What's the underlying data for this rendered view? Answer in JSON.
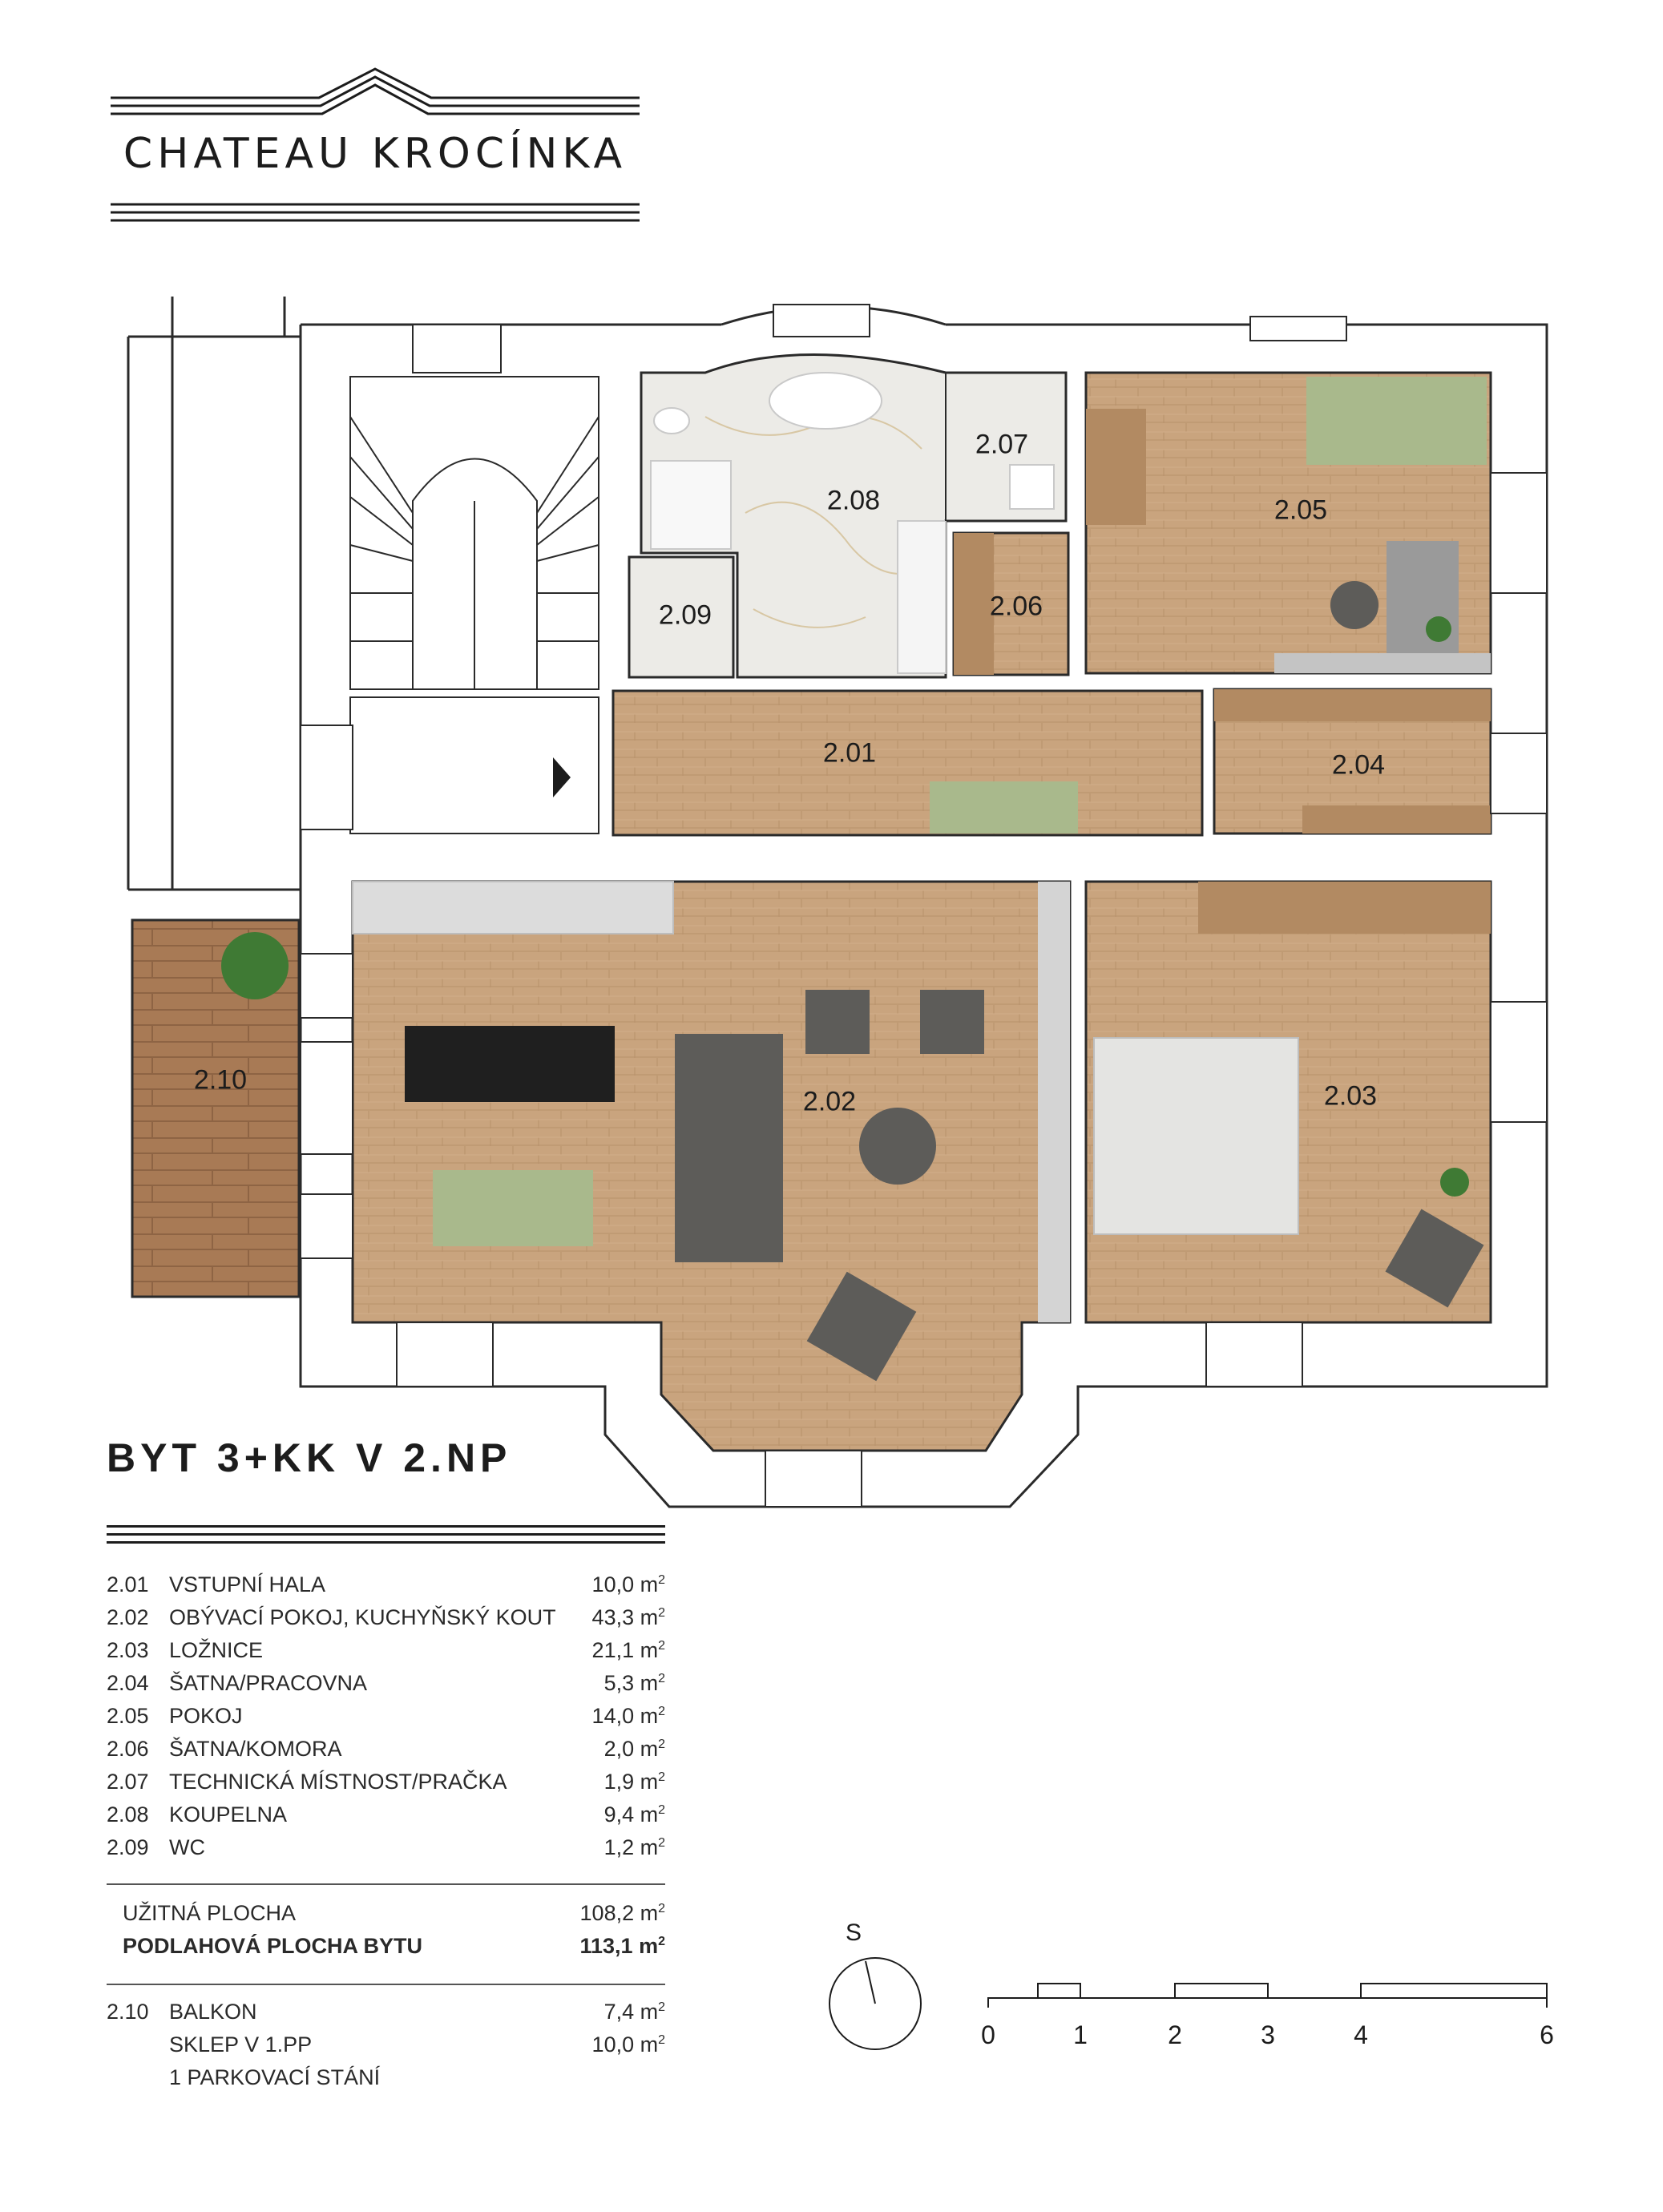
{
  "brand": {
    "name": "CHATEAU KROCÍNKA"
  },
  "apartment_title": "BYT 3+KK V 2.NP",
  "rooms": [
    {
      "code": "2.01",
      "name": "VSTUPNÍ HALA",
      "area": "10,0 m"
    },
    {
      "code": "2.02",
      "name": "OBÝVACÍ POKOJ, KUCHYŇSKÝ KOUT",
      "area": "43,3 m"
    },
    {
      "code": "2.03",
      "name": "LOŽNICE",
      "area": "21,1 m"
    },
    {
      "code": "2.04",
      "name": "ŠATNA/PRACOVNA",
      "area": "5,3 m"
    },
    {
      "code": "2.05",
      "name": "POKOJ",
      "area": "14,0 m"
    },
    {
      "code": "2.06",
      "name": "ŠATNA/KOMORA",
      "area": "2,0 m"
    },
    {
      "code": "2.07",
      "name": "TECHNICKÁ MÍSTNOST/PRAČKA",
      "area": "1,9 m"
    },
    {
      "code": "2.08",
      "name": "KOUPELNA",
      "area": "9,4 m"
    },
    {
      "code": "2.09",
      "name": "WC",
      "area": "1,2 m"
    }
  ],
  "unit_exponent": "2",
  "totals": {
    "usable_label": "UŽITNÁ PLOCHA",
    "usable_area": "108,2 m",
    "floor_label": "PODLAHOVÁ PLOCHA BYTU",
    "floor_area": "113,1 m"
  },
  "extras": [
    {
      "code": "2.10",
      "name": "BALKON",
      "area": "7,4 m"
    },
    {
      "code": "",
      "name": "SKLEP V 1.PP",
      "area": "10,0 m"
    },
    {
      "code": "",
      "name": "1 PARKOVACÍ STÁNÍ",
      "area": ""
    }
  ],
  "plan_labels": {
    "r201": "2.01",
    "r202": "2.02",
    "r203": "2.03",
    "r204": "2.04",
    "r205": "2.05",
    "r206": "2.06",
    "r207": "2.07",
    "r208": "2.08",
    "r209": "2.09",
    "r210": "2.10"
  },
  "compass": {
    "label": "S"
  },
  "scale": {
    "ticks": [
      "0",
      "1",
      "2",
      "3",
      "4",
      "6"
    ]
  },
  "colors": {
    "wood_floor": "#c9a47e",
    "wood_dark": "#b28a62",
    "marble": "#ecebe7",
    "wall": "#2a2a2a",
    "sofa": "#5d5c59",
    "green_accent": "#a9b98c",
    "kitchen": "#dcdcdc",
    "balcony_deck": "#a87a55"
  }
}
